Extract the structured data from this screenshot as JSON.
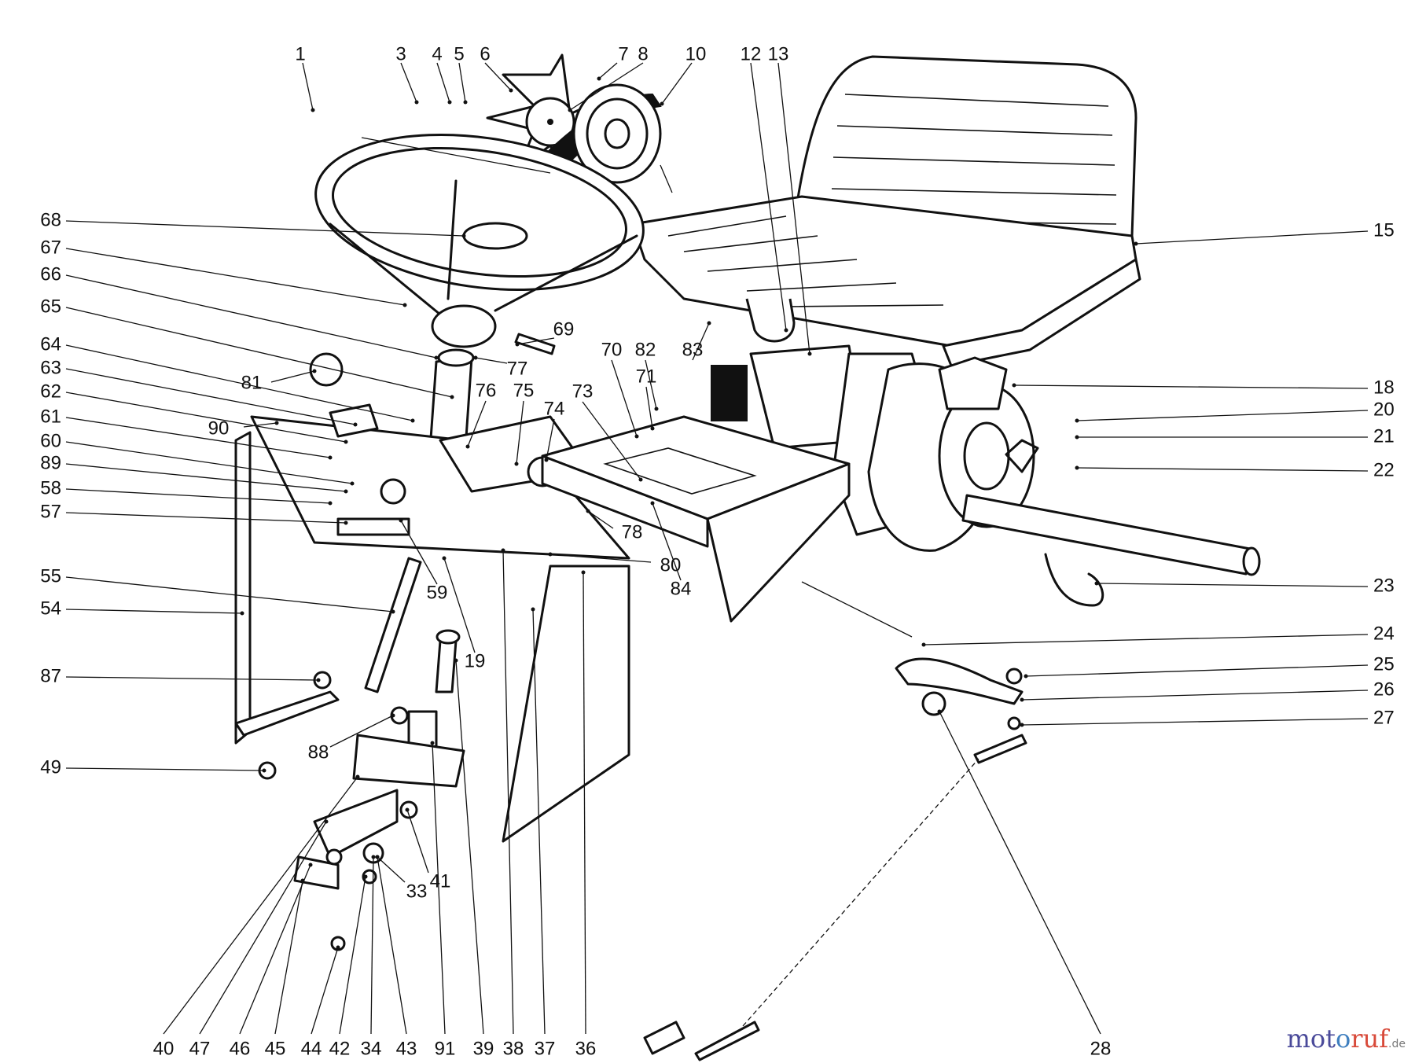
{
  "callouts": [
    {
      "label": "1"
    },
    {
      "label": "3"
    },
    {
      "label": "4"
    },
    {
      "label": "5"
    },
    {
      "label": "6"
    },
    {
      "label": "7"
    },
    {
      "label": "8"
    },
    {
      "label": "10"
    },
    {
      "label": "12"
    },
    {
      "label": "13"
    },
    {
      "label": "15"
    },
    {
      "label": "18"
    },
    {
      "label": "20"
    },
    {
      "label": "21"
    },
    {
      "label": "22"
    },
    {
      "label": "23"
    },
    {
      "label": "24"
    },
    {
      "label": "25"
    },
    {
      "label": "26"
    },
    {
      "label": "27"
    },
    {
      "label": "28"
    },
    {
      "label": "68"
    },
    {
      "label": "67"
    },
    {
      "label": "66"
    },
    {
      "label": "65"
    },
    {
      "label": "64"
    },
    {
      "label": "63"
    },
    {
      "label": "62"
    },
    {
      "label": "61"
    },
    {
      "label": "60"
    },
    {
      "label": "89"
    },
    {
      "label": "58"
    },
    {
      "label": "57"
    },
    {
      "label": "55"
    },
    {
      "label": "54"
    },
    {
      "label": "87"
    },
    {
      "label": "49"
    },
    {
      "label": "88"
    },
    {
      "label": "69"
    },
    {
      "label": "77"
    },
    {
      "label": "81"
    },
    {
      "label": "90"
    },
    {
      "label": "76"
    },
    {
      "label": "75"
    },
    {
      "label": "74"
    },
    {
      "label": "73"
    },
    {
      "label": "70"
    },
    {
      "label": "71"
    },
    {
      "label": "82"
    },
    {
      "label": "83"
    },
    {
      "label": "78"
    },
    {
      "label": "80"
    },
    {
      "label": "84"
    },
    {
      "label": "59"
    },
    {
      "label": "19"
    },
    {
      "label": "41"
    },
    {
      "label": "33"
    },
    {
      "label": "40"
    },
    {
      "label": "47"
    },
    {
      "label": "46"
    },
    {
      "label": "45"
    },
    {
      "label": "44"
    },
    {
      "label": "42"
    },
    {
      "label": "34"
    },
    {
      "label": "43"
    },
    {
      "label": "91"
    },
    {
      "label": "39"
    },
    {
      "label": "38"
    },
    {
      "label": "37"
    },
    {
      "label": "36"
    }
  ],
  "watermark": {
    "part1": "mot",
    "part2": "o",
    "part3": "ruf",
    "suffix": ".de"
  }
}
